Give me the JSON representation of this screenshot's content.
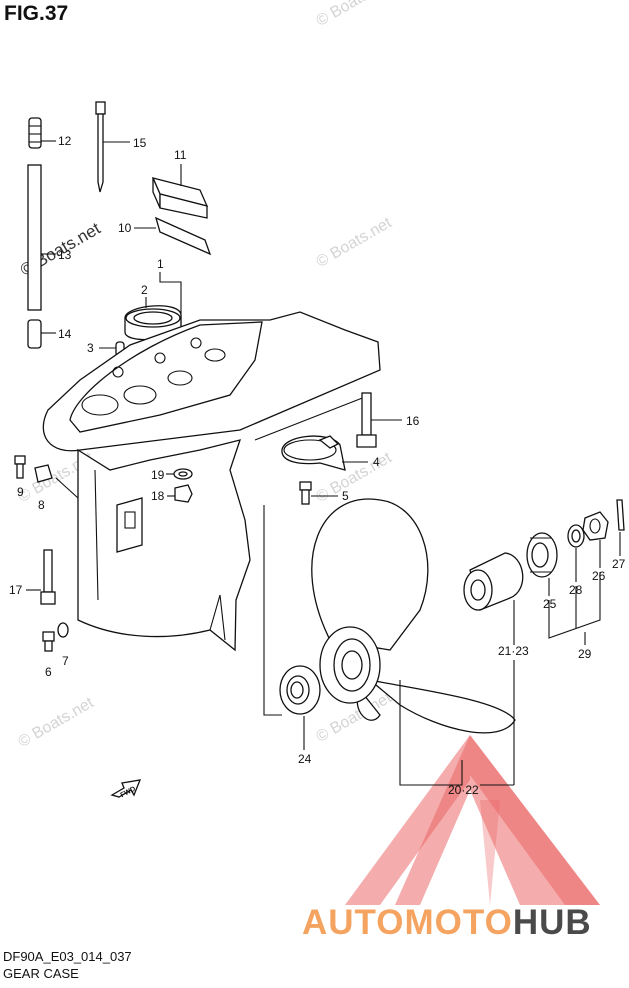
{
  "figure": {
    "title": "FIG.37",
    "code": "DF90A_E03_014_037",
    "name": "GEAR CASE"
  },
  "watermark": "© Boats.net",
  "fwd_label": "FWD",
  "brand": {
    "part1": "AUTOMOTO",
    "part2": "HUB",
    "color1": "#f4a460",
    "color2": "#4a4a4a",
    "logo_color": "#e84c4c"
  },
  "callouts": [
    "1",
    "2",
    "3",
    "4",
    "5",
    "6",
    "7",
    "8",
    "9",
    "10",
    "11",
    "12",
    "13",
    "14",
    "15",
    "16",
    "17",
    "18",
    "19",
    "20·22",
    "21·23",
    "24",
    "25",
    "26",
    "27",
    "28",
    "29"
  ]
}
